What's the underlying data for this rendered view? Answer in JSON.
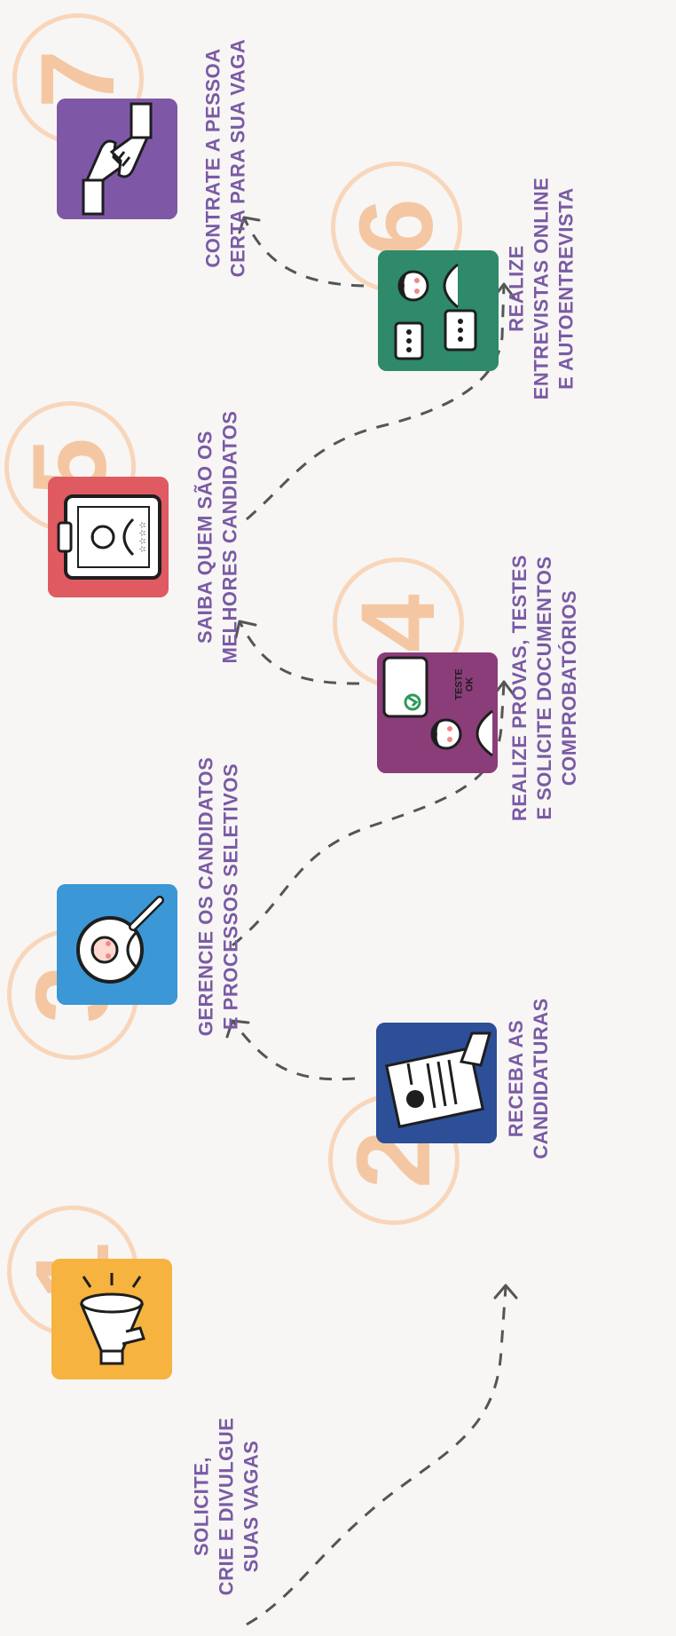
{
  "colors": {
    "accent_text": "#7a5aa5",
    "number": "#f4c7a2",
    "dashes": "#555555"
  },
  "steps": [
    {
      "number": "1",
      "icon": "megaphone-icon",
      "tile_color": "#f6b33f",
      "lines": [
        "SOLICITE,",
        "CRIE E DIVULGUE",
        "SUAS VAGAS"
      ]
    },
    {
      "number": "2",
      "icon": "resume-document-icon",
      "tile_color": "#2c4f98",
      "lines": [
        "RECEBA AS",
        "CANDIDATURAS"
      ]
    },
    {
      "number": "3",
      "icon": "magnifier-candidate-icon",
      "tile_color": "#3b97d6",
      "lines": [
        "GERENCIE OS CANDIDATOS",
        "E PROCESSOS SELETIVOS"
      ]
    },
    {
      "number": "4",
      "icon": "test-ok-icon",
      "tile_color": "#8b3d7a",
      "badge_lines": [
        "TESTE",
        "OK"
      ],
      "lines": [
        "REALIZE PROVAS, TESTES",
        "E SOLICITE DOCUMENTOS",
        "COMPROBATÓRIOS"
      ]
    },
    {
      "number": "5",
      "icon": "clipboard-rating-icon",
      "tile_color": "#e05a62",
      "lines": [
        "SAIBA QUEM SÃO OS",
        "MELHORES CANDIDATOS"
      ]
    },
    {
      "number": "6",
      "icon": "online-interview-icon",
      "tile_color": "#2e8a6a",
      "lines": [
        "REALIZE",
        "ENTREVISTAS ONLINE",
        "E AUTOENTREVISTA"
      ]
    },
    {
      "number": "7",
      "icon": "handshake-icon",
      "tile_color": "#7e58a6",
      "lines": [
        "CONTRATE A PESSOA",
        "CERTA PARA SUA VAGA"
      ]
    }
  ]
}
